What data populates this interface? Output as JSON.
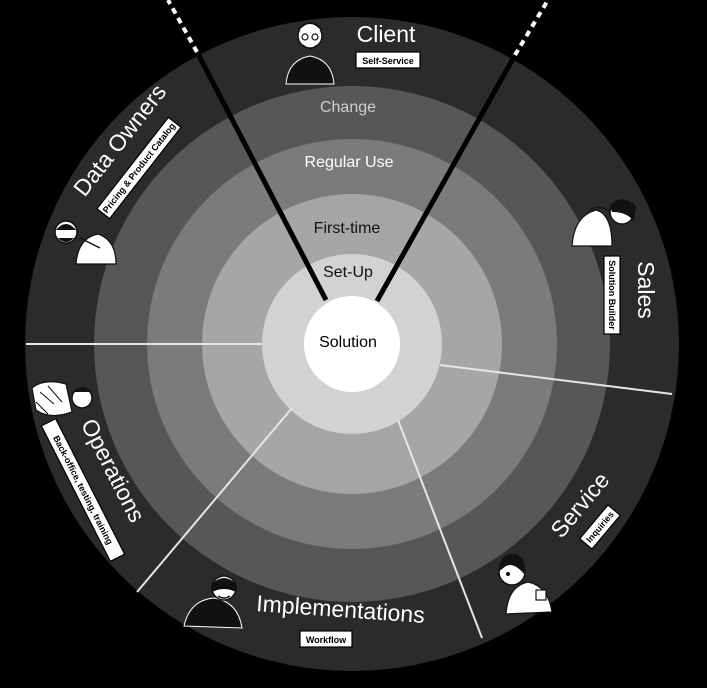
{
  "rings": {
    "change": "Change",
    "regular_use": "Regular Use",
    "first_time": "First-time",
    "set_up": "Set-Up",
    "center": "Solution"
  },
  "segments": {
    "client": {
      "title": "Client",
      "tag": "Self-Service"
    },
    "sales": {
      "title": "Sales",
      "tag": "Solution Builder"
    },
    "service": {
      "title": "Service",
      "tag": "Inquiries"
    },
    "implementations": {
      "title": "Implementations",
      "tag": "Workflow"
    },
    "operations": {
      "title": "Operations",
      "tag": "Back-office, testing, training"
    },
    "data_owners": {
      "title": "Data Owners",
      "tag": "Pricing & Product Catalog"
    }
  },
  "colors": {
    "background": "#000000",
    "outer_ring": "#2b2b2b",
    "ring_change": "#575757",
    "ring_regular": "#7b7b7b",
    "ring_first": "#a6a6a6",
    "ring_setup": "#d2d2d2",
    "center": "#ffffff"
  }
}
